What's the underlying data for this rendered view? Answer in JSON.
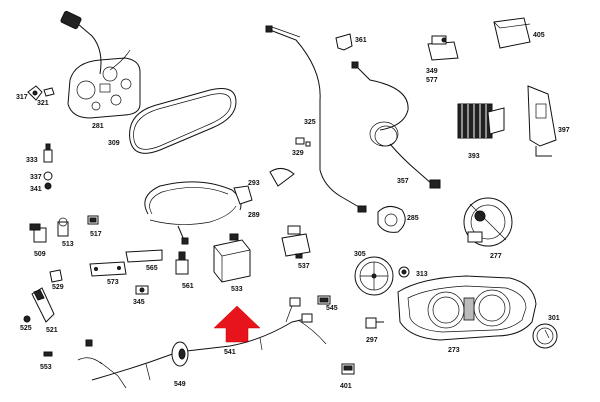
{
  "labels": {
    "p281": "281",
    "p317": "317",
    "p321": "321",
    "p309": "309",
    "p333": "333",
    "p337": "337",
    "p341": "341",
    "p509": "509",
    "p513": "513",
    "p517": "517",
    "p529": "529",
    "p525": "525",
    "p521": "521",
    "p553": "553",
    "p573": "573",
    "p565": "565",
    "p345": "345",
    "p561": "561",
    "p533": "533",
    "p289": "289",
    "p293": "293",
    "p329": "329",
    "p325": "325",
    "p361": "361",
    "p357": "357",
    "p349": "349",
    "p577": "577",
    "p405": "405",
    "p393": "393",
    "p397": "397",
    "p285": "285",
    "p537": "537",
    "p277": "277",
    "p305": "305",
    "p313": "313",
    "p545": "545",
    "p541": "541",
    "p549": "549",
    "p297": "297",
    "p273": "273",
    "p301": "301",
    "p401": "401"
  },
  "colors": {
    "arrow": "#e8141c",
    "line": "#111111"
  },
  "arrow_icon": "red-up-arrow-icon"
}
